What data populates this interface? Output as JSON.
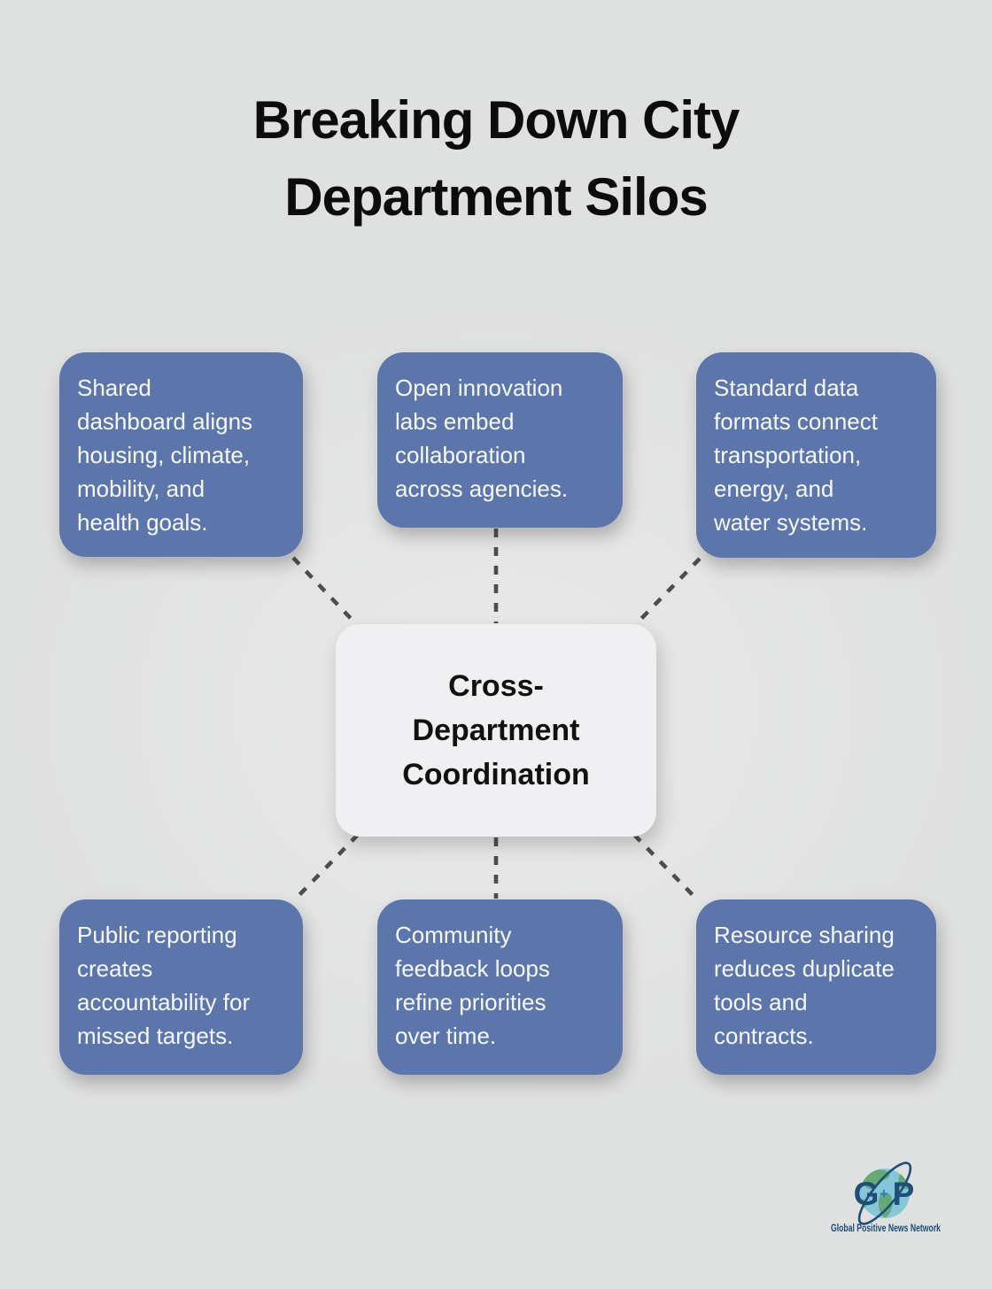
{
  "title": "Breaking Down City\nDepartment Silos",
  "center": {
    "label": "Cross-\nDepartment\nCoordination"
  },
  "boxes": [
    {
      "id": "shared-dashboard",
      "text": "Shared\ndashboard aligns\nhousing, climate,\nmobility, and\nhealth goals."
    },
    {
      "id": "innovation-labs",
      "text": "Open innovation\nlabs embed\ncollaboration\nacross agencies."
    },
    {
      "id": "standard-data",
      "text": "Standard data\nformats connect\ntransportation,\nenergy, and\nwater systems."
    },
    {
      "id": "public-reporting",
      "text": "Public reporting\ncreates\naccountability for\nmissed targets."
    },
    {
      "id": "community-feedback",
      "text": "Community\nfeedback loops\nrefine priorities\nover time."
    },
    {
      "id": "resource-sharing",
      "text": "Resource sharing\nreduces duplicate\ntools and\ncontracts."
    }
  ],
  "logo": {
    "letter_g": "G",
    "plus": "+",
    "letter_p": "P",
    "caption": "Global Positive News Network"
  },
  "colors": {
    "bg": "#dfe0e0",
    "bg_center": "#e9eae9",
    "title": "#0c0c0c",
    "node_blue": "#5c76ac",
    "node_text": "#f7f8fa",
    "center_bg": "#f0f0f2",
    "center_text": "#111111",
    "connector": "#4d4d4d",
    "logo_blue": "#1f4e79",
    "logo_caption_blue": "#1b4b7c",
    "globe_water": "#85c6d8",
    "globe_land": "#67a877",
    "logo_plus": "#2e7cab"
  }
}
